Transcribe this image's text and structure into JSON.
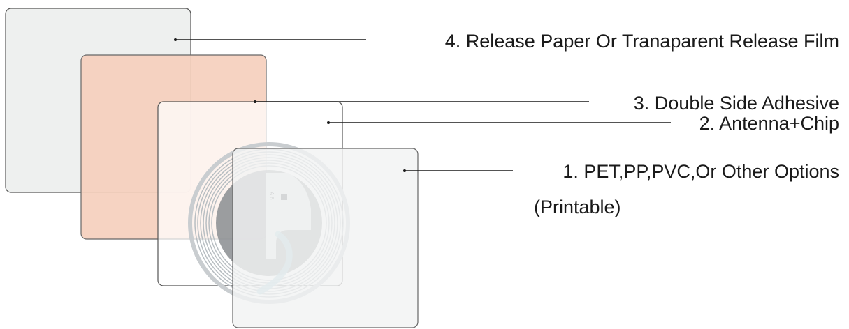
{
  "diagram": {
    "layers": [
      {
        "id": "layer-4",
        "label": "4. Release Paper Or Tranaparent Release Film",
        "fill": "#eef0ef",
        "stroke": "#555555"
      },
      {
        "id": "layer-3",
        "label": "3. Double Side Adhesive",
        "fill": "#f5d0bd",
        "stroke": "#666666"
      },
      {
        "id": "layer-2",
        "label": "2. Antenna+Chip",
        "fill": "#ffffff",
        "stroke": "#555555"
      },
      {
        "id": "layer-1",
        "label": "1. PET,PP,PVC,Or Other Options",
        "sublabel": "(Printable)",
        "fill": "#f2f3f3",
        "stroke": "#666666"
      }
    ],
    "colors": {
      "leader_line": "#1a1a1a",
      "antenna_coil": "#b8bec2",
      "antenna_core": "#8a8d90",
      "antenna_chip_trace": "#9fc9d6"
    }
  }
}
